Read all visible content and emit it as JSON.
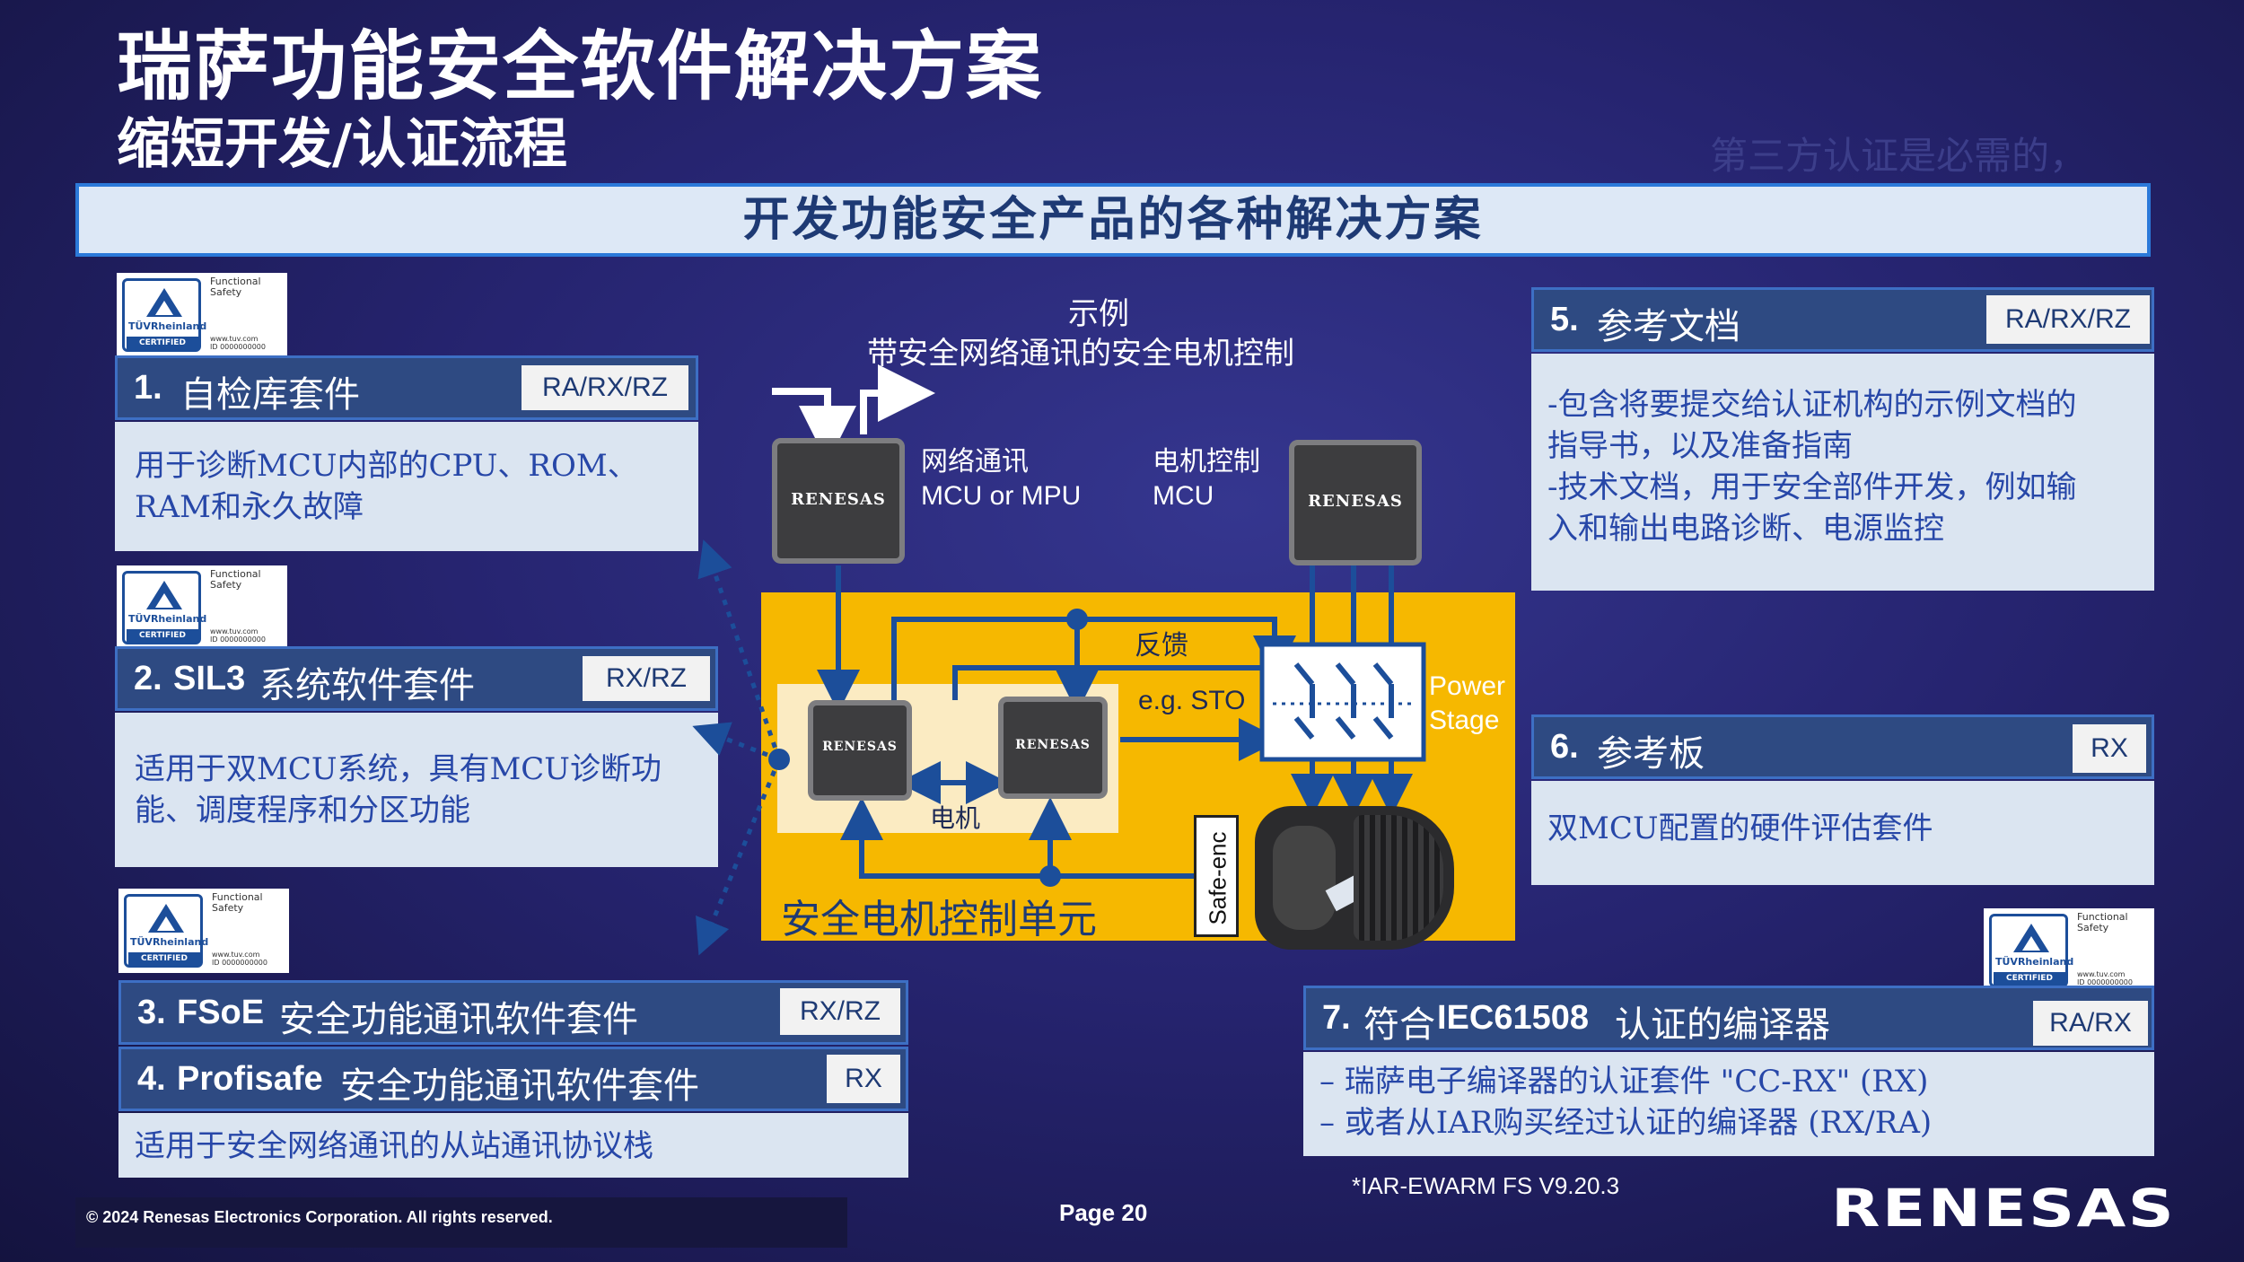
{
  "page": {
    "title": "瑞萨功能安全软件解决方案",
    "subtitle": "缩短开发/认证流程",
    "ghost_text": "第三方认证是必需的，",
    "banner": "开发功能安全产品的各种解决方案"
  },
  "tuv_logo": {
    "brand": "TÜVRheinland",
    "certified": "CERTIFIED",
    "functional": "Functional",
    "safety": "Safety",
    "url": "www.tuv.com",
    "id": "ID 0000000000"
  },
  "solutions": [
    {
      "num": "1.",
      "title": "自检库套件",
      "tag": "RA/RX/RZ",
      "body": [
        "用于诊断MCU内部的CPU、ROM、",
        "RAM和永久故障"
      ]
    },
    {
      "num": "2.",
      "title_bold": "SIL3",
      "title": "系统软件套件",
      "tag": "RX/RZ",
      "body": [
        "适用于双MCU系统，具有MCU诊断功",
        "能、调度程序和分区功能"
      ]
    },
    {
      "num": "3.",
      "title_bold": "FSoE",
      "title": "安全功能通讯软件套件",
      "tag": "RX/RZ"
    },
    {
      "num": "4.",
      "title_bold": "Profisafe",
      "title": "安全功能通讯软件套件",
      "tag": "RX",
      "body": [
        "适用于安全网络通讯的从站通讯协议栈"
      ]
    },
    {
      "num": "5.",
      "title": "参考文档",
      "tag": "RA/RX/RZ",
      "body": [
        "-包含将要提交给认证机构的示例文档的",
        "指导书，以及准备指南",
        "-技术文档，用于安全部件开发，例如输",
        "入和输出电路诊断、电源监控"
      ]
    },
    {
      "num": "6.",
      "title": "参考板",
      "tag": "RX",
      "body": [
        "双MCU配置的硬件评估套件"
      ]
    },
    {
      "num": "7.",
      "title_pre": "符合",
      "title_bold": "IEC61508",
      "title": "认证的编译器",
      "tag": "RA/RX",
      "body": [
        "–  瑞萨电子编译器的认证套件 \"CC-RX\" (RX)",
        "–  或者从IAR购买经过认证的编译器    (RX/RA)"
      ]
    }
  ],
  "diagram": {
    "example_label": "示例",
    "example_title": "带安全网络通讯的安全电机控制",
    "chip_logo": "RENESAS",
    "network_label": "网络通讯",
    "network_sub": "MCU or MPU",
    "motor_ctrl_label": "电机控制",
    "motor_ctrl_sub": "MCU",
    "feedback": "反馈",
    "sto": "e.g. STO",
    "power_stage": [
      "Power",
      "Stage"
    ],
    "motor_label": "电机",
    "safe_enc": "Safe-enc",
    "unit_label": "安全电机控制单元"
  },
  "footer": {
    "footnote": "*IAR-EWARM FS V9.20.3",
    "copyright": "© 2024 Renesas Electronics Corporation. All rights reserved.",
    "page": "Page 20",
    "logo": "RENESAS"
  },
  "colors": {
    "header": "#2e4a82",
    "body_bg": "#dbe5f1",
    "accent": "#f6b800",
    "text_blue": "#2747a8"
  }
}
